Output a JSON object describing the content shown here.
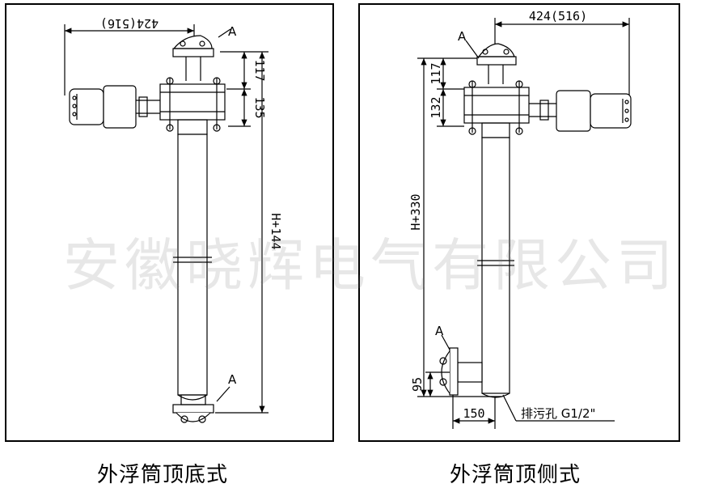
{
  "watermark": "安徽晓辉电气有限公司",
  "left_drawing": {
    "caption": "外浮筒顶底式",
    "dim_width": "424(516)",
    "dim_top": "117",
    "dim_flange": "135",
    "dim_total": "H+144",
    "marker_top": "A",
    "marker_bottom": "A"
  },
  "right_drawing": {
    "caption": "外浮筒顶侧式",
    "dim_width": "424(516)",
    "dim_top": "117",
    "dim_flange": "132",
    "dim_total": "H+330",
    "dim_side": "95",
    "dim_offset": "150",
    "drain_label": "排污孔 G1/2\"",
    "marker_top": "A",
    "marker_bottom": "A"
  }
}
